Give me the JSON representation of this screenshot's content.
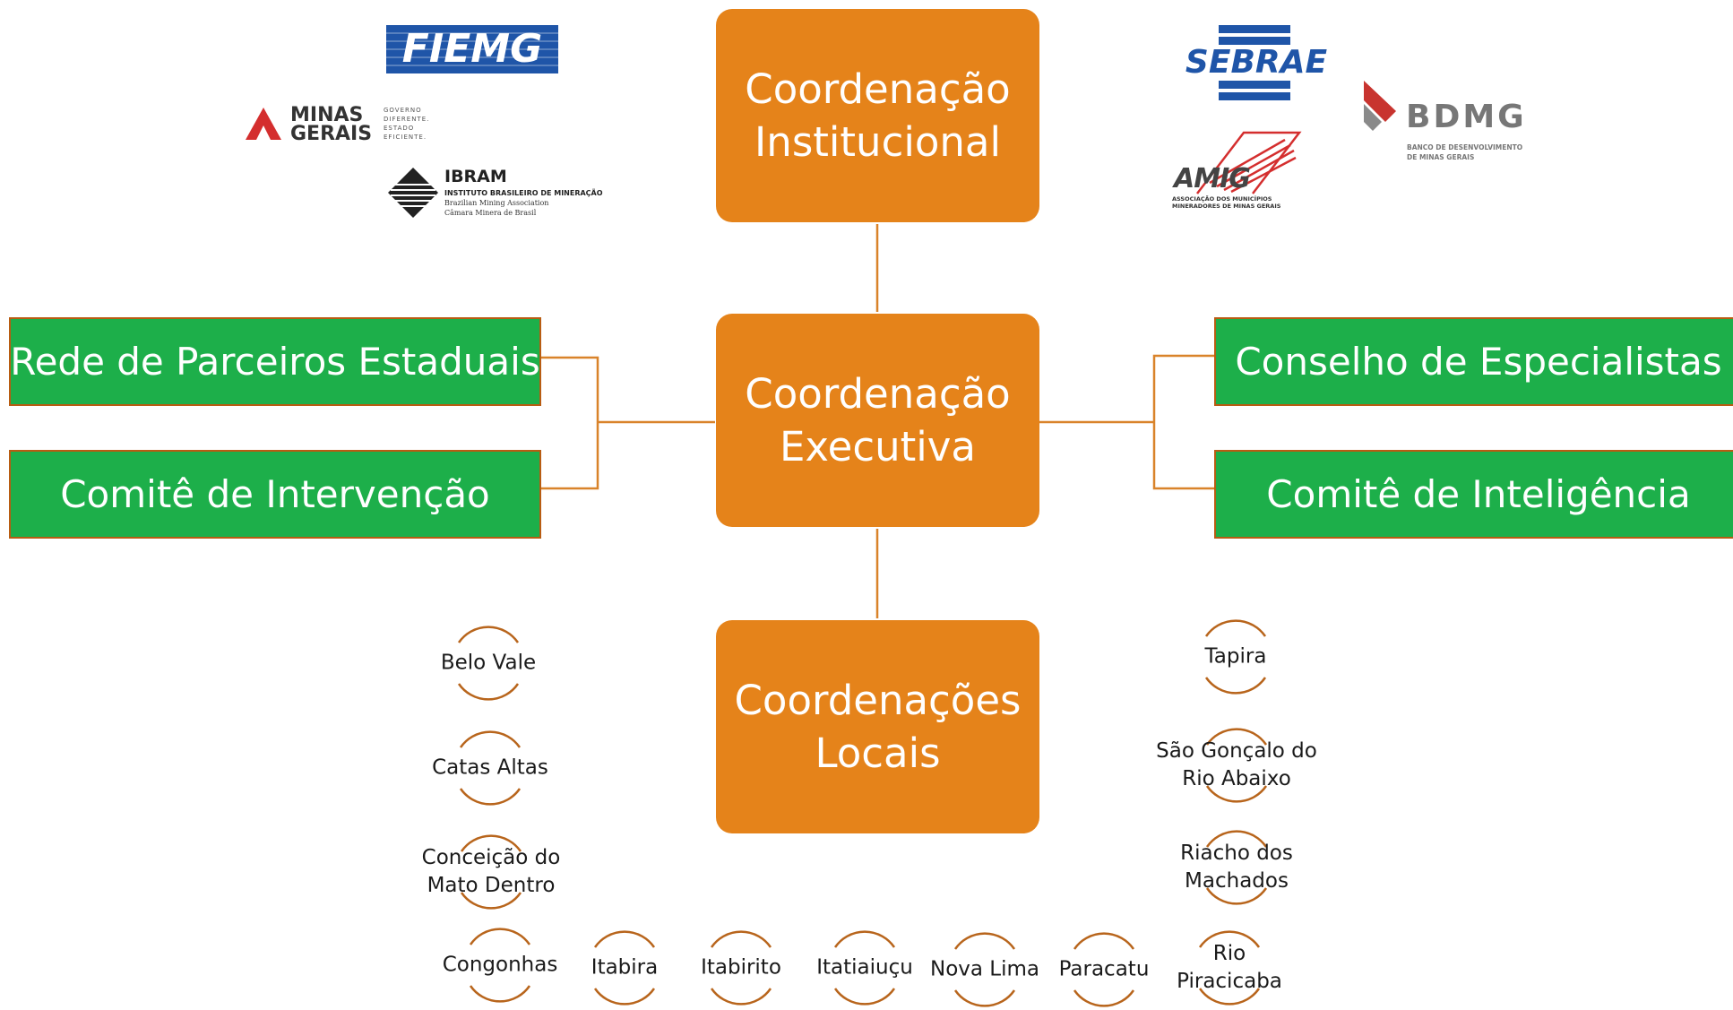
{
  "colors": {
    "orange": "#E5831A",
    "green": "#1DAF4A",
    "connector": "#D9832A",
    "city_arc": "#B8651C"
  },
  "boxes": {
    "institutional": "Coordenação\nInstitucional",
    "executive": "Coordenação\nExecutiva",
    "local": "Coordenações\nLocais"
  },
  "left_groups": [
    "Rede de Parceiros Estaduais",
    "Comitê de Intervenção"
  ],
  "right_groups": [
    "Conselho de Especialistas",
    "Comitê de Inteligência"
  ],
  "logos": {
    "fiemg": "FIEMG",
    "minas_line1": "MINAS",
    "minas_line2": "GERAIS",
    "minas_tagline": "GOVERNO\nDIFERENTE.\nESTADO\nEFICIENTE.",
    "ibram": "IBRAM",
    "ibram_line1": "INSTITUTO BRASILEIRO DE MINERAÇÃO",
    "ibram_line2": "Brazilian Mining Association",
    "ibram_line3": "Câmara Minera de Brasil",
    "sebrae": "SEBRAE",
    "amig": "AMIG",
    "amig_line1": "ASSOCIAÇÃO DOS MUNICÍPIOS",
    "amig_line2": "MINERADORES DE MINAS GERAIS",
    "bdmg": "BDMG",
    "bdmg_line1": "BANCO DE DESENVOLVIMENTO",
    "bdmg_line2": "DE MINAS GERAIS"
  },
  "cities": [
    "Belo Vale",
    "Catas Altas",
    "Conceição do\nMato Dentro",
    "Congonhas",
    "Itabira",
    "Itabirito",
    "Itatiaiuçu",
    "Nova Lima",
    "Paracatu",
    "Rio\nPiracicaba",
    "Riacho dos\nMachados",
    "São Gonçalo do\nRio Abaixo",
    "Tapira"
  ]
}
